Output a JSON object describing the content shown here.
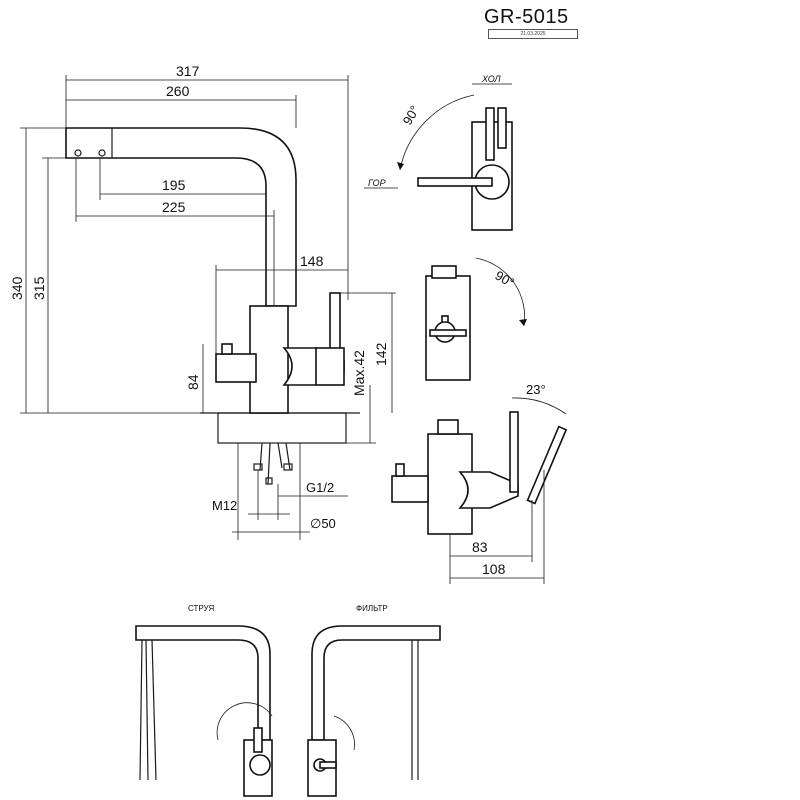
{
  "header": {
    "model": "GR-5015",
    "date": "21.03.2025"
  },
  "dimensions": {
    "width_total": "317",
    "width_spout": "260",
    "reach_195": "195",
    "reach_225": "225",
    "height_total": "340",
    "height_315": "315",
    "handle_148": "148",
    "height_84": "84",
    "height_142": "142",
    "countertop_max": "Max.42",
    "thread_g": "G1/2",
    "thread_m": "M12",
    "hole_d": "∅50",
    "depth_83": "83",
    "depth_108": "108"
  },
  "angles": {
    "rotation_top": "90°",
    "rotation_side": "90°",
    "tilt": "23°"
  },
  "labels": {
    "cold": "ХОЛ",
    "hot": "ГОР",
    "jet": "СТРУЯ",
    "filter": "ФИЛЬТР"
  }
}
